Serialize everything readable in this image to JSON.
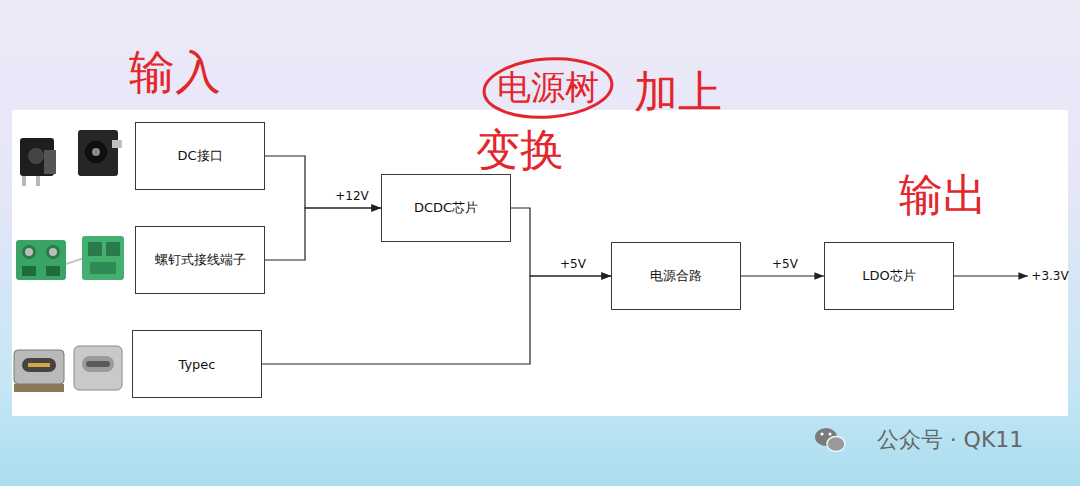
{
  "diagram": {
    "nodes": [
      {
        "text": [
          "DC接口"
        ]
      },
      {
        "text": [
          "螺钉式接线端子"
        ]
      },
      {
        "text": [
          "Typec"
        ]
      },
      {
        "text": [
          "DCDC芯片"
        ]
      },
      {
        "text": [
          "电源合路"
        ]
      },
      {
        "text": [
          "LDO芯片"
        ]
      }
    ],
    "edges": [
      {
        "from": 0,
        "to": 3,
        "label": "+12V",
        "arrow": "to"
      },
      {
        "from": 1,
        "to": 3,
        "arrow": "to"
      },
      {
        "from": 3,
        "to": 4,
        "label": "+5V",
        "arrow": "to"
      },
      {
        "from": 2,
        "to": 4,
        "arrow": "to"
      },
      {
        "from": 4,
        "to": 5,
        "label": "+5V",
        "arrow": "to"
      }
    ],
    "labels": [
      "输入",
      "电源树",
      "加上",
      "变换",
      "输出",
      "+3.3V",
      "公众号 · QK11"
    ]
  }
}
